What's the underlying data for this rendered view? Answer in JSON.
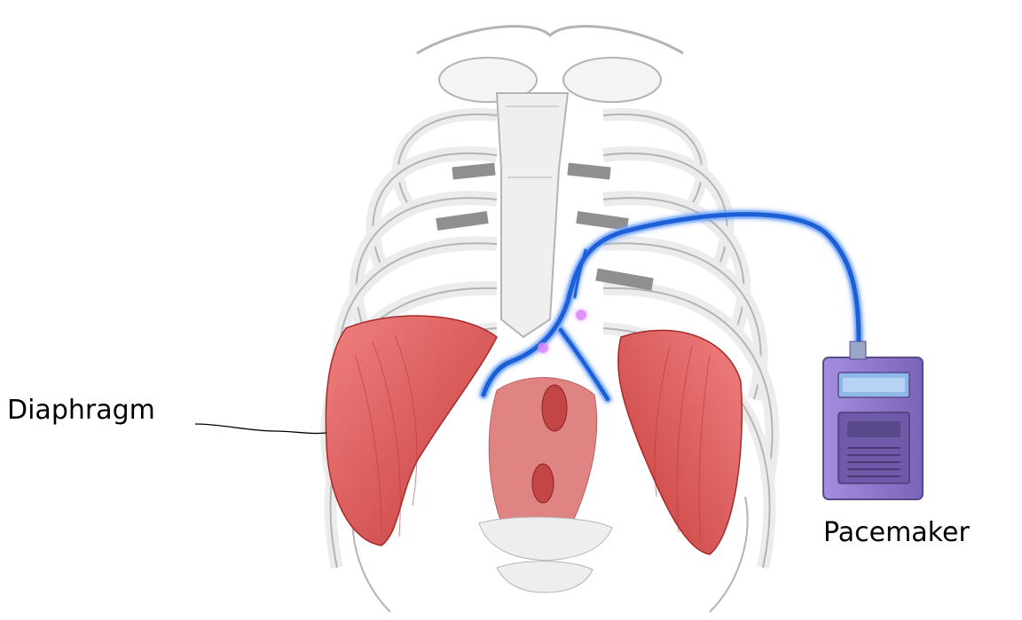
{
  "labels": {
    "diaphragm": "Diaphragm",
    "pacemaker": "Pacemaker"
  },
  "colors": {
    "background": "#ffffff",
    "bone": "#f2f2f2",
    "bone_outline": "#b4b4b4",
    "cartilage": "#8f8f8f",
    "diaphragm_muscle": "#e05858",
    "diaphragm_dark": "#a62a2a",
    "lead_wire": "#1f5fd6",
    "lead_glow": "#7fb2ff",
    "pacemaker_body": "#8f78c8",
    "pacemaker_dark": "#5a4a8c",
    "pacemaker_screen": "#8fb8e8",
    "text": "#000000"
  },
  "icons": {
    "ribcage": "ribcage-illustration",
    "diaphragm": "diaphragm-muscle-illustration",
    "pacemaker": "pacemaker-device-icon",
    "lead": "electrode-lead-wire"
  }
}
